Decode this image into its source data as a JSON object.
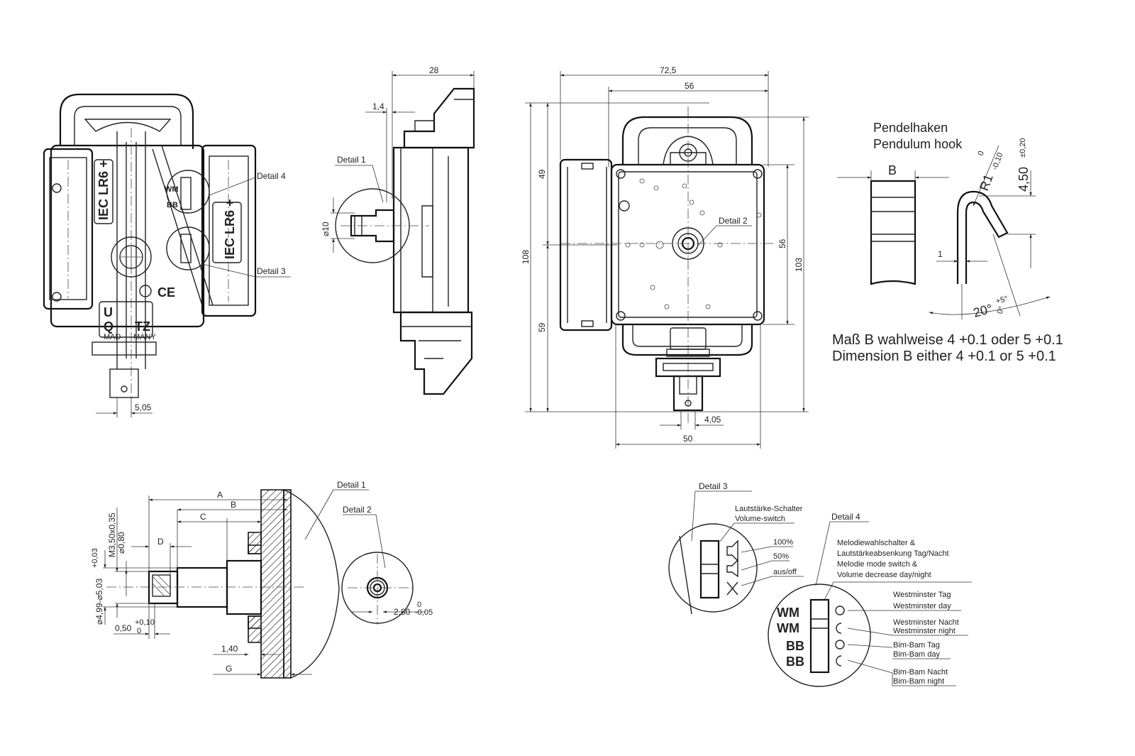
{
  "colors": {
    "line": "#222222",
    "background": "#ffffff",
    "component_fill": "#d0d0d0"
  },
  "battery": {
    "type_left": "IEC LR6 +",
    "type_right": "IEC LR6 +"
  },
  "markings": {
    "brand_partial": "U",
    "brand2_partial": "Q",
    "brand2_end": "TZ",
    "made_in_partial": "MAD",
    "made_in_end": "MANY",
    "ce": "CE"
  },
  "dimensions": {
    "front_bottom": "5,05",
    "side_depth": "28",
    "side_offset": "1,4",
    "side_diameter": "⌀10",
    "main_width_outer": "72,5",
    "main_width_inner": "56",
    "height_upper": "49",
    "height_lower": "59",
    "height_total": "108",
    "height_right_inner": "56",
    "height_right_total": "103",
    "bottom_offset": "4,05",
    "bottom_width": "50",
    "hook_B": "B",
    "hook_radius_prefix": "R1",
    "hook_radius_tol": "0",
    "hook_radius_tol2": "-0,10",
    "hook_height": "4,50",
    "hook_height_tol": "±0,20",
    "hook_thickness": "1",
    "hook_angle": "20°",
    "hook_angle_tol1": "+5°",
    "hook_angle_tol2": "0°",
    "d1_A": "A",
    "d1_B": "B",
    "d1_C": "C",
    "d1_D": "D",
    "d1_G": "G",
    "d1_thread": "M3,50x0,35",
    "d1_hole": "⌀0,80",
    "d1_shaft": "⌀4,99-⌀5,03",
    "d1_shaft_tol": "+0,03",
    "d1_050": "0,50",
    "d1_050_tol1": "+0,10",
    "d1_050_tol2": "0",
    "d1_140": "1,40",
    "d2_280": "2,80",
    "d2_280_tol1": "0",
    "d2_280_tol2": "-0,05"
  },
  "labels": {
    "detail1": "Detail 1",
    "detail2": "Detail 2",
    "detail3": "Detail 3",
    "detail4": "Detail 4",
    "pendulum_de": "Pendelhaken",
    "pendulum_en": "Pendulum hook",
    "note_de": "Maß B wahlweise 4 +0.1 oder 5 +0.1",
    "note_en": "Dimension B either 4 +0.1 or 5 +0.1"
  },
  "switches": {
    "volume_de": "Lautstärke-Schalter",
    "volume_en": "Volume-switch",
    "vol_100": "100%",
    "vol_50": "50%",
    "vol_off": "aus/off",
    "melody_de_1": "Melodiewahlschalter &",
    "melody_de_2": "Lautstärkeabsenkung Tag/Nacht",
    "melody_en_1": "Melodie mode switch &",
    "melody_en_2": "Volume decrease day/night",
    "wm_day_de": "Westminster Tag",
    "wm_day_en": "Westminster day",
    "wm_night_de": "Westminster Nacht",
    "wm_night_en": "Westminster night",
    "bb_day_de": "Bim-Bam Tag",
    "bb_day_en": "Bim-Bam day",
    "bb_night_de": "Bim-Bam Nacht",
    "bb_night_en": "Bim-Bam night",
    "wm": "WM",
    "bb": "BB"
  }
}
